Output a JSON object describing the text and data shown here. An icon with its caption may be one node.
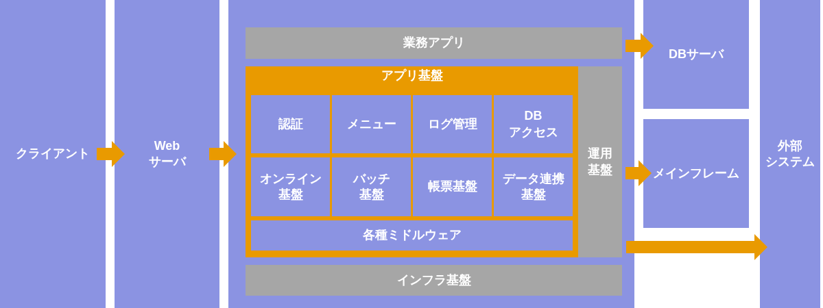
{
  "diagram": {
    "nodes": [
      {
        "text": [
          "クライアント"
        ]
      },
      {
        "text": [
          "Webサーバ"
        ]
      },
      {
        "text": [],
        "shape": "box"
      },
      {
        "text": [
          "業務アプリ"
        ],
        "in": 2
      },
      {
        "text": [
          "アプリ基盤"
        ],
        "in": 2
      },
      {
        "text": [
          "認証"
        ],
        "in": 4
      },
      {
        "text": [
          "メニュー"
        ],
        "in": 4
      },
      {
        "text": [
          "ログ管理"
        ],
        "in": 4
      },
      {
        "text": [
          "DBアクセス"
        ],
        "in": 4
      },
      {
        "text": [
          "オンライン基盤"
        ],
        "in": 4
      },
      {
        "text": [
          "バッチ基盤"
        ],
        "in": 4
      },
      {
        "text": [
          "帳票基盤"
        ],
        "in": 4
      },
      {
        "text": [
          "データ連携基盤"
        ],
        "in": 4
      },
      {
        "text": [
          "各種ミドルウェア"
        ],
        "in": 4
      },
      {
        "text": [
          "運用基盤"
        ],
        "in": 2
      },
      {
        "text": [
          "インフラ基盤"
        ],
        "in": 2
      },
      {
        "text": [
          "DBサーバ"
        ]
      },
      {
        "text": [
          "メインフレーム"
        ]
      },
      {
        "text": [
          "外部システム"
        ]
      }
    ],
    "edges": [
      {
        "from": 0,
        "to": 1,
        "arrow": "to"
      },
      {
        "from": 1,
        "to": 2,
        "arrow": "to"
      },
      {
        "from": 2,
        "to": 16,
        "arrow": "to"
      },
      {
        "from": 2,
        "to": 17,
        "arrow": "to"
      },
      {
        "from": 2,
        "to": 18,
        "arrow": "to"
      }
    ]
  }
}
